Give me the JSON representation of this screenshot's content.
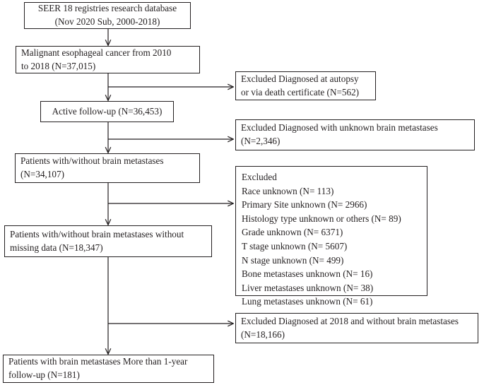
{
  "diagram": {
    "title": "Study population selection flow diagram",
    "type": "flowchart",
    "line_color": "#231f20",
    "background_color": "#ffffff",
    "nodes": {
      "source_database": "SEER 18 registries research database\n(Nov 2020 Sub, 2000-2018)",
      "malignant_cohort": "Malignant esophageal cancer from 2010\nto 2018 (N=37,015)",
      "active_followup": "Active follow-up (N=36,453)",
      "brain_mets_cohort": "Patients with/without brain metastases\n(N=34,107)",
      "no_missing_data": "Patients with/without brain metastases without\nmissing data (N=18,347)",
      "final_cohort": "Patients with brain metastases More than 1-year\nfollow-up (N=181)"
    },
    "excluded": {
      "autopsy": "Excluded Diagnosed at autopsy\nor via death certificate (N=562)",
      "unknown_brain_mets": "Excluded Diagnosed with unknown brain metastases\n(N=2,346)",
      "diagnosed_2018": "Excluded Diagnosed at 2018 and without brain metastases\n(N=18,166)",
      "missing_variables": {
        "heading": "Excluded",
        "items": [
          "Race unknown (N= 113)",
          "Primary Site unknown (N= 2966)",
          "Histology type unknown or others (N= 89)",
          "Grade unknown (N= 6371)",
          "T stage unknown (N= 5607)",
          "N stage unknown (N= 499)",
          "Bone metastases unknown (N= 16)",
          "Liver metastases unknown (N= 38)",
          "Lung metastases unknown (N= 61)"
        ]
      }
    }
  }
}
